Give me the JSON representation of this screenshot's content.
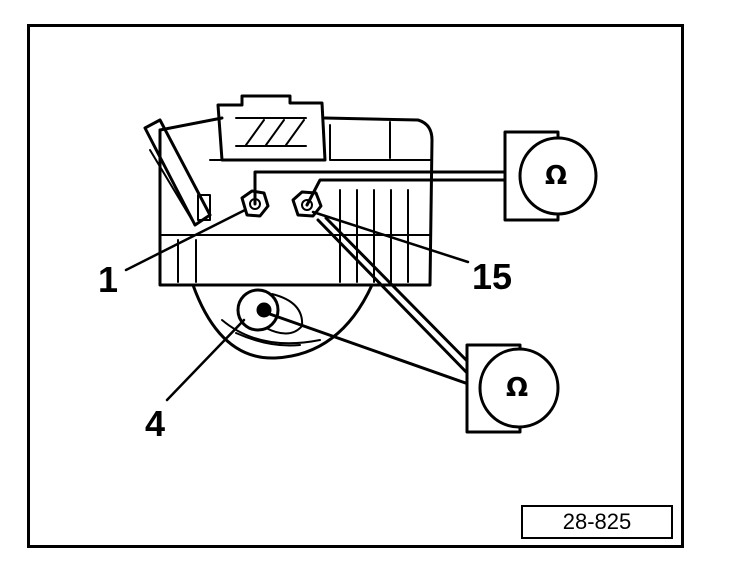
{
  "diagram": {
    "callouts": {
      "terminal_1": "1",
      "terminal_15": "15",
      "terminal_4": "4"
    },
    "meter_symbol": "Ω",
    "figure_number": "28-825"
  }
}
